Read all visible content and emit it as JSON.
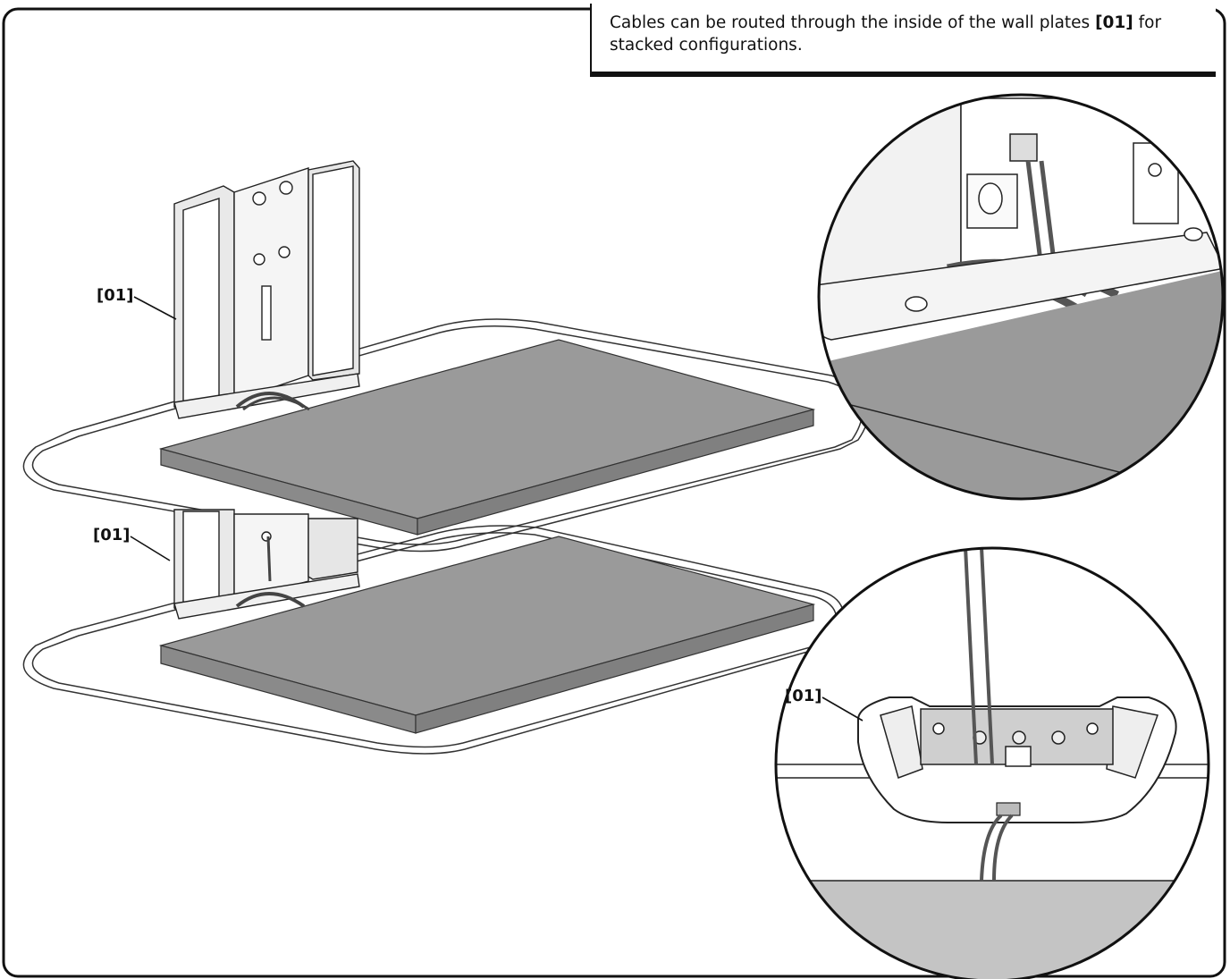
{
  "note": {
    "text_before": "Cables can be routed through the inside of the wall plates ",
    "ref": "[01]",
    "text_after": " for stacked configurations."
  },
  "callouts": {
    "upper_wall_plate": "[01]",
    "lower_wall_plate": "[01]",
    "detail_wall_plate": "[01]"
  },
  "colors": {
    "shelf_gray": "#9a9a9a",
    "shelf_edge": "#8a8a8a",
    "detail_floor_gray": "#c4c4c4",
    "line": "#111111"
  }
}
